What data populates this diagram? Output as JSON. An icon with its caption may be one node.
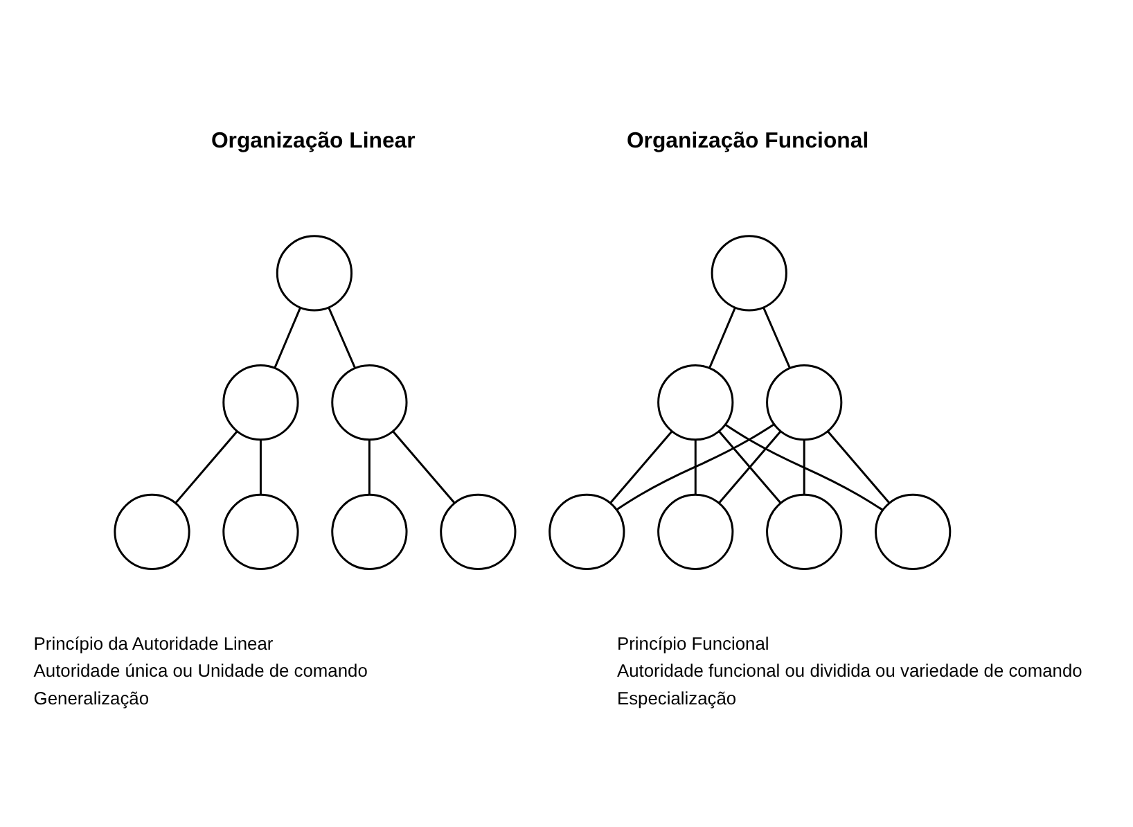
{
  "diagram": {
    "nodes": [
      {
        "text": [],
        "shape": "circle"
      },
      {
        "text": [],
        "shape": "circle"
      },
      {
        "text": [],
        "shape": "circle"
      },
      {
        "text": [],
        "shape": "circle"
      },
      {
        "text": [],
        "shape": "circle"
      },
      {
        "text": [],
        "shape": "circle"
      },
      {
        "text": [],
        "shape": "circle"
      },
      {
        "text": [],
        "shape": "circle"
      },
      {
        "text": [],
        "shape": "circle"
      },
      {
        "text": [],
        "shape": "circle"
      },
      {
        "text": [],
        "shape": "circle"
      },
      {
        "text": [],
        "shape": "circle"
      },
      {
        "text": [],
        "shape": "circle"
      },
      {
        "text": [],
        "shape": "circle"
      }
    ],
    "edges": [
      {
        "from": 0,
        "to": 1,
        "arrow": "none"
      },
      {
        "from": 0,
        "to": 2,
        "arrow": "none"
      },
      {
        "from": 1,
        "to": 3,
        "arrow": "none"
      },
      {
        "from": 1,
        "to": 4,
        "arrow": "none"
      },
      {
        "from": 2,
        "to": 5,
        "arrow": "none"
      },
      {
        "from": 2,
        "to": 6,
        "arrow": "none"
      },
      {
        "from": 7,
        "to": 8,
        "arrow": "none"
      },
      {
        "from": 7,
        "to": 9,
        "arrow": "none"
      },
      {
        "from": 8,
        "to": 10,
        "arrow": "none"
      },
      {
        "from": 8,
        "to": 11,
        "arrow": "none"
      },
      {
        "from": 8,
        "to": 12,
        "arrow": "none"
      },
      {
        "from": 8,
        "to": 13,
        "arrow": "none"
      },
      {
        "from": 9,
        "to": 10,
        "arrow": "none"
      },
      {
        "from": 9,
        "to": 11,
        "arrow": "none"
      },
      {
        "from": 9,
        "to": 12,
        "arrow": "none"
      },
      {
        "from": 9,
        "to": 13,
        "arrow": "none"
      }
    ],
    "labels": [
      "Organização Linear",
      "Organização Funcional",
      "Princípio da Autoridade Linear",
      "Autoridade única ou Unidade de comando",
      "Generalização",
      "Princípio Funcional",
      "Autoridade funcional ou dividida ou variedade de comando",
      "Especialização"
    ]
  }
}
